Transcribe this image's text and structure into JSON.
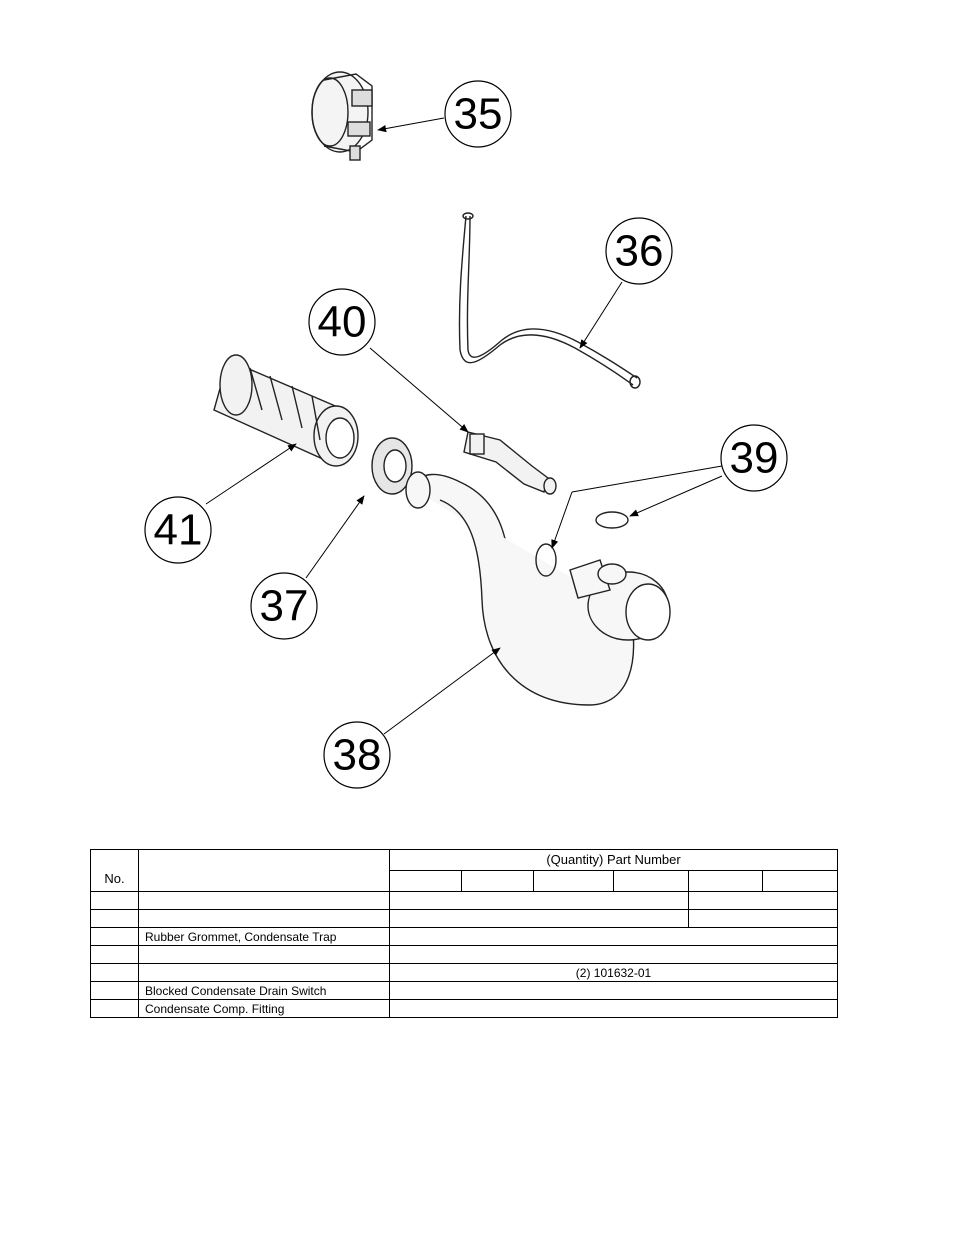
{
  "diagram": {
    "callouts": [
      "35",
      "36",
      "37",
      "38",
      "39",
      "40",
      "41"
    ]
  },
  "table": {
    "header_no": "No.",
    "header_desc": "",
    "header_qty": "(Quantity) Part Number",
    "rows": [
      {
        "no": "",
        "desc": "",
        "qty_a": "",
        "qty_b": ""
      },
      {
        "no": "",
        "desc": "",
        "qty_a": "",
        "qty_b": ""
      },
      {
        "no": "",
        "desc": "Rubber Grommet, Condensate Trap",
        "qty": ""
      },
      {
        "no": "",
        "desc": "",
        "qty": ""
      },
      {
        "no": "",
        "desc": "",
        "qty": "(2) 101632-01"
      },
      {
        "no": "",
        "desc": "Blocked Condensate Drain Switch",
        "qty": ""
      },
      {
        "no": "",
        "desc": "Condensate Comp. Fitting",
        "qty": ""
      }
    ]
  }
}
